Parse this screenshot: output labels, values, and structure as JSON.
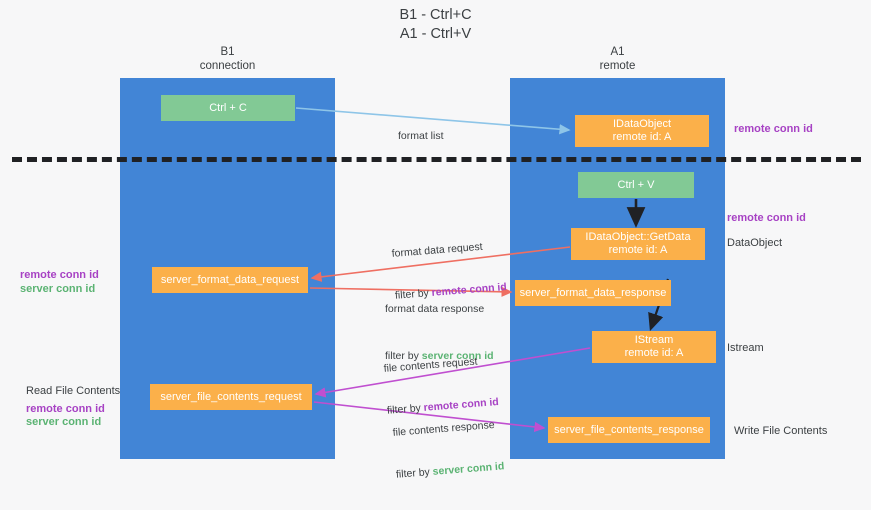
{
  "title": "B1 - Ctrl+C\nA1 - Ctrl+V",
  "lanes": [
    {
      "name": "B1",
      "header": "B1\nconnection",
      "color": "#4285d6"
    },
    {
      "name": "A1",
      "header": "A1\nremote",
      "color": "#4285d6"
    }
  ],
  "colors": {
    "lane": "#4285d6",
    "green_node": "#82c995",
    "orange_node": "#fbb04a",
    "purple_text": "#a742c4",
    "green_text": "#5bb373",
    "divider": "#202124",
    "arrow_blue": "#8ec5e8",
    "arrow_red": "#ef6f62",
    "arrow_magenta": "#c04fd0",
    "arrow_black": "#202124"
  },
  "nodes": {
    "ctrl_c": "Ctrl + C",
    "idataobject_l1": "IDataObject",
    "idataobject_l2": "remote id: A",
    "ctrl_v": "Ctrl + V",
    "getdata_l1": "IDataObject::GetData",
    "getdata_l2": "remote id: A",
    "server_format_data_request": "server_format_data_request",
    "server_format_data_response": "server_format_data_response",
    "istream_l1": "IStream",
    "istream_l2": "remote id: A",
    "server_file_contents_request": "server_file_contents_request",
    "server_file_contents_response": "server_file_contents_response"
  },
  "edge_labels": {
    "format_list": "format list",
    "format_data_request": "format data request",
    "format_data_request_filter_prefix": "filter by ",
    "format_data_request_filter_key": "remote conn id",
    "format_data_response": "format data response",
    "format_data_response_filter_prefix": "filter by ",
    "format_data_response_filter_key": "server conn id",
    "file_contents_request": "file contents request",
    "file_contents_request_filter_prefix": "filter by ",
    "file_contents_request_filter_key": "remote conn id",
    "file_contents_response": "file contents response",
    "file_contents_response_filter_prefix": "filter by ",
    "file_contents_response_filter_key": "server conn id"
  },
  "annotations": {
    "right_remote_conn_id_1": "remote conn id",
    "right_remote_conn_id_2": "remote conn id",
    "right_dataobject": "DataObject",
    "right_istream": "Istream",
    "right_write_file_contents": "Write File Contents",
    "left_remote_conn_id_1": "remote conn id",
    "left_server_conn_id_1": "server conn id",
    "left_read_file_contents": "Read File Contents",
    "left_remote_conn_id_2": "remote conn id",
    "left_server_conn_id_2": "server conn id"
  }
}
